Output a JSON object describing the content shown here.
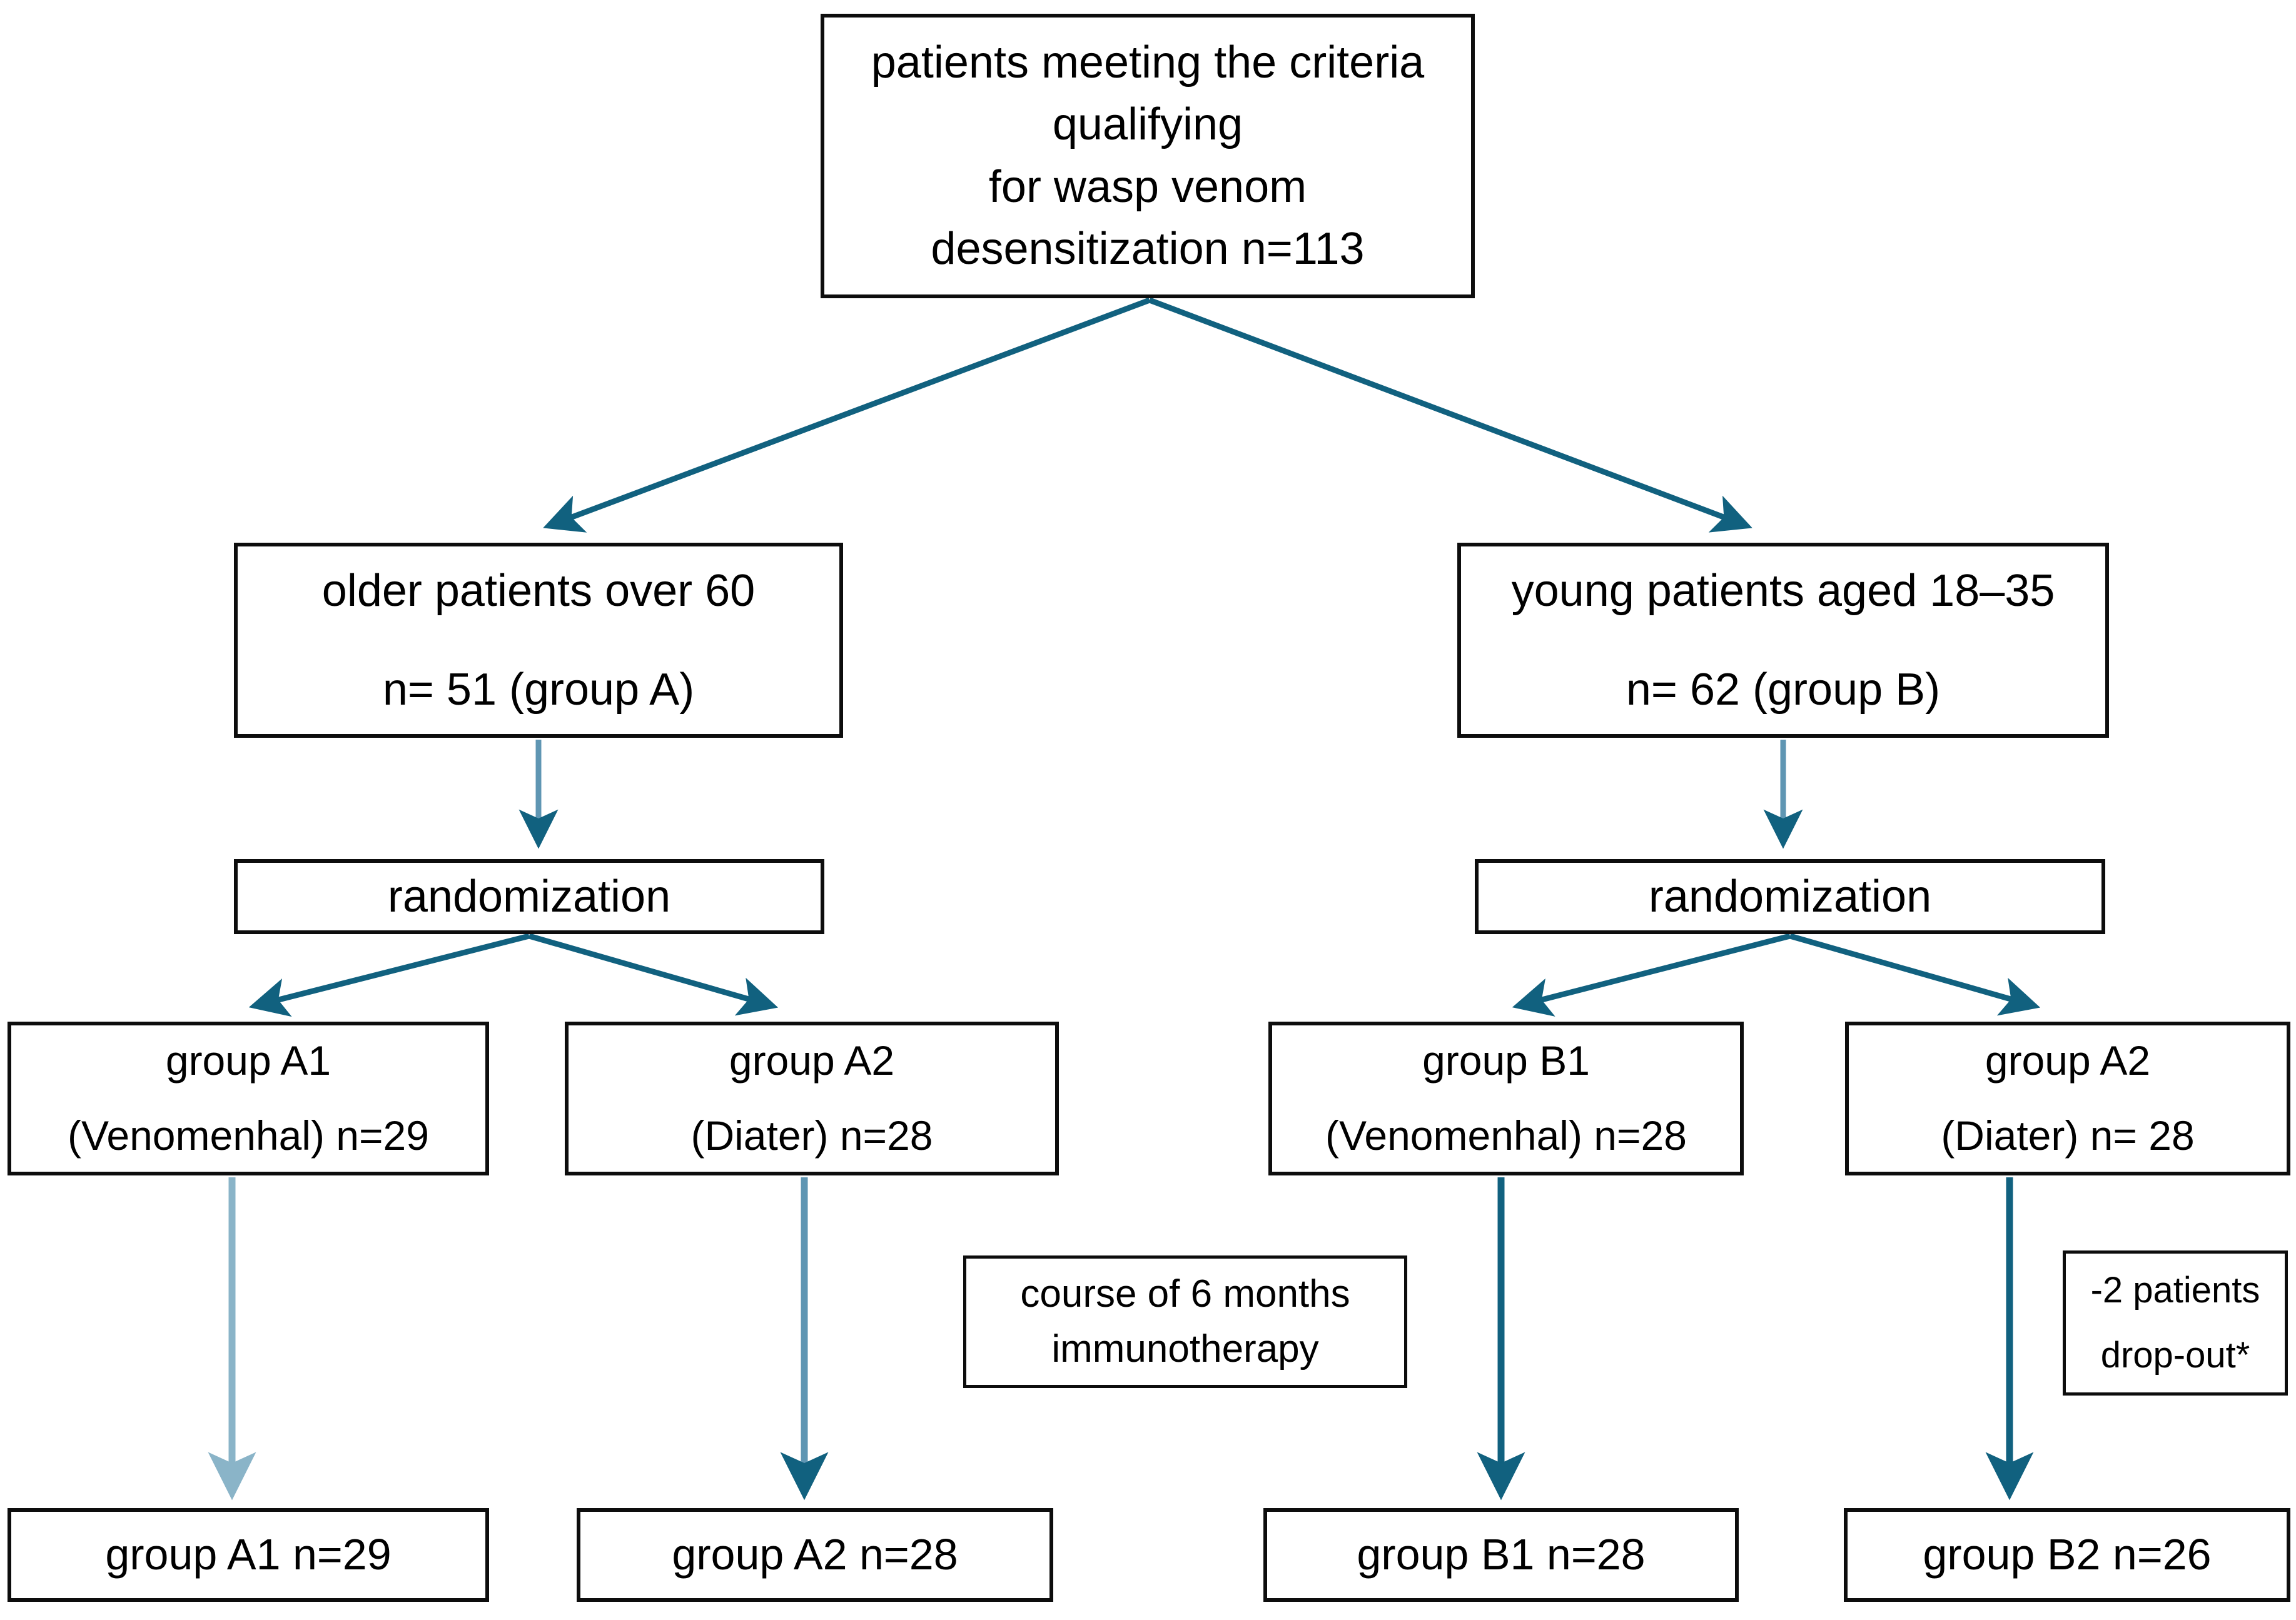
{
  "diagram": {
    "type": "flowchart",
    "title": "wasp venom desensitization study flow",
    "colors": {
      "box_border": "#0d0d0d",
      "box_fill": "#ffffff",
      "text": "#000000",
      "arrow_dark": "#11617f",
      "arrow_light": "#8ab4c8"
    },
    "nodes": [
      {
        "id": "enrollment",
        "lines": [
          "patients meeting the criteria",
          "qualifying",
          "for wasp venom",
          "desensitization n=113"
        ],
        "n": 113
      },
      {
        "id": "group-a",
        "lines": [
          "older patients over 60",
          "n= 51 (group A)"
        ],
        "n": 51
      },
      {
        "id": "group-b",
        "lines": [
          "young patients aged 18–35",
          "n= 62 (group B)"
        ],
        "n": 62
      },
      {
        "id": "rand-a",
        "lines": [
          "randomization"
        ]
      },
      {
        "id": "rand-b",
        "lines": [
          "randomization"
        ]
      },
      {
        "id": "a1",
        "lines": [
          "group A1",
          "(Venomenhal) n=29"
        ],
        "n": 29
      },
      {
        "id": "a2",
        "lines": [
          "group A2",
          "(Diater) n=28"
        ],
        "n": 28
      },
      {
        "id": "b1",
        "lines": [
          "group B1",
          "(Venomenhal) n=28"
        ],
        "n": 28
      },
      {
        "id": "b2arm",
        "lines": [
          "group A2",
          "(Diater) n= 28"
        ],
        "n": 28
      },
      {
        "id": "course",
        "lines": [
          "course of 6 months",
          "immunotherapy"
        ]
      },
      {
        "id": "dropout",
        "lines": [
          "-2 patients",
          "drop-out*"
        ],
        "n": 2
      },
      {
        "id": "res-a1",
        "lines": [
          "group A1 n=29"
        ],
        "n": 29
      },
      {
        "id": "res-a2",
        "lines": [
          "group A2 n=28"
        ],
        "n": 28
      },
      {
        "id": "res-b1",
        "lines": [
          "group B1 n=28"
        ],
        "n": 28
      },
      {
        "id": "res-b2",
        "lines": [
          "group B2 n=26"
        ],
        "n": 26
      }
    ]
  }
}
